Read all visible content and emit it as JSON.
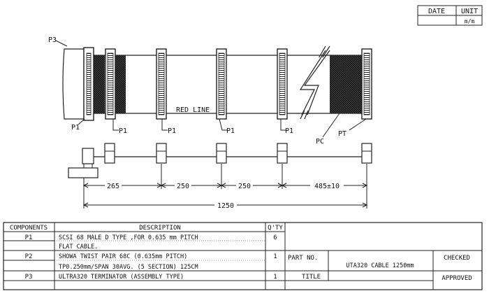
{
  "header": {
    "date_label": "DATE",
    "unit_label": "UNIT",
    "unit_value": "m/m"
  },
  "callouts": {
    "p3": "P3",
    "p1": "P1",
    "pc": "PC",
    "pt": "PT",
    "red_line": "RED LINE"
  },
  "dimensions": {
    "d1": "265",
    "d2": "250",
    "d3": "250",
    "d4": "485±10",
    "total": "1250"
  },
  "table": {
    "headers": {
      "components": "COMPONENTS",
      "description": "DESCRIPTION",
      "qty": "Q'TY"
    },
    "rows": [
      {
        "component": "P1",
        "desc1": "SCSI 68 MALE D TYPE ,FOR 0.635 mm PITCH",
        "desc2": "FLAT CABLE.",
        "qty": "6"
      },
      {
        "component": "P2",
        "desc1": "SHOWA  TWIST PAIR 68C (0.635mm PITCH)",
        "desc2": "TP0.250mm/SPAN 30AVG. (5 SECTION) 125CM",
        "qty": "1"
      },
      {
        "component": "P3",
        "desc1": "ULTRA320 TERMINATOR (ASSEMBLY TYPE)",
        "desc2": "",
        "qty": "1"
      }
    ]
  },
  "title_block": {
    "part_no_label": "PART NO.",
    "part_no_value": "UTA320 CABLE 1250mm",
    "title_label": "TITLE",
    "checked_label": "CHECKED",
    "approved_label": "APPROVED"
  }
}
